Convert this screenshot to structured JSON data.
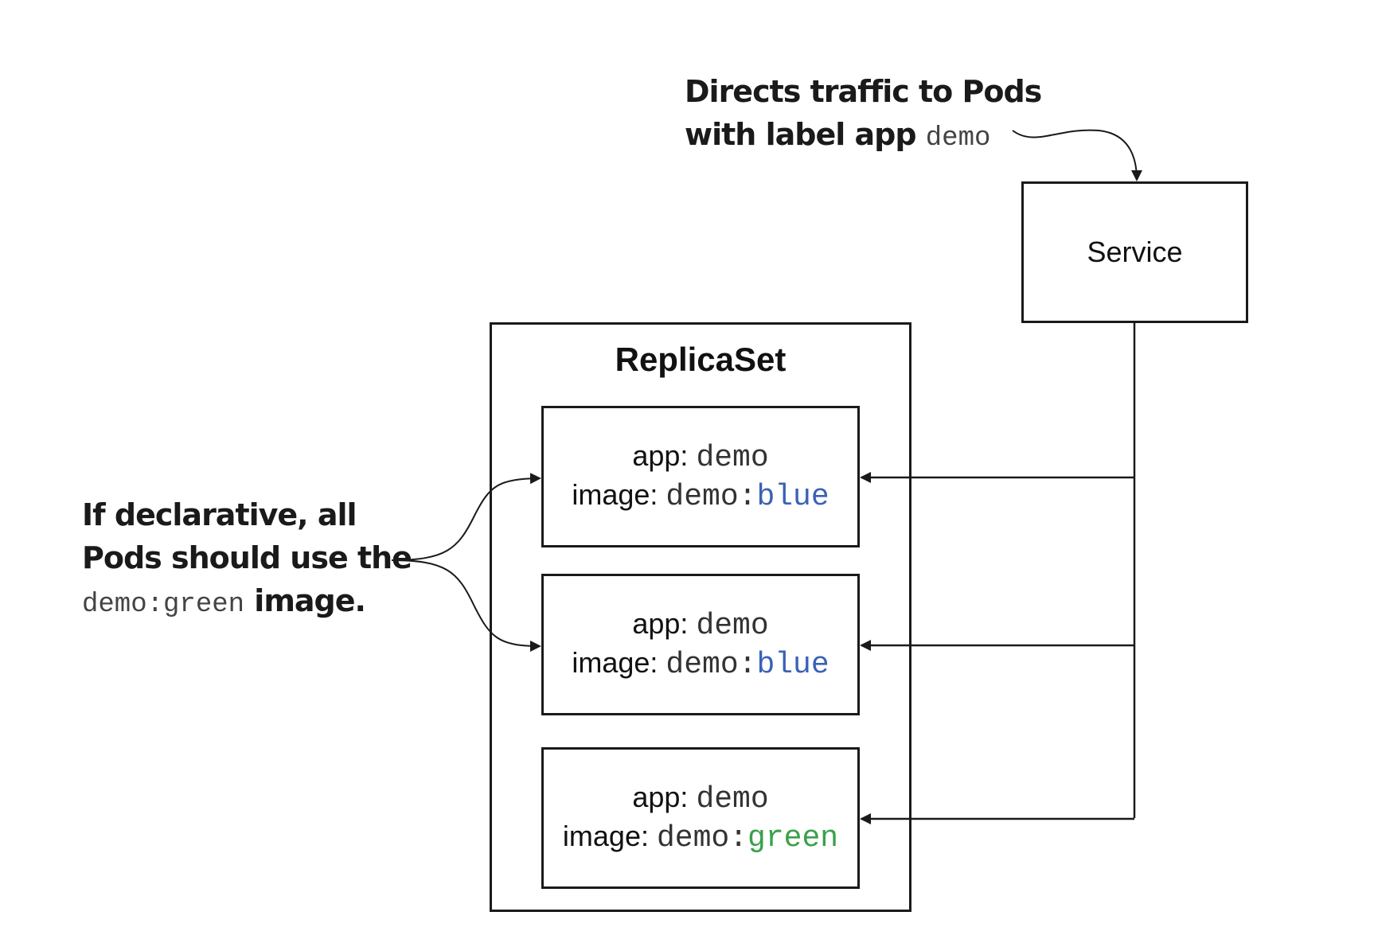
{
  "annotations": {
    "top_line1": "Directs traffic to Pods",
    "top_line2_text": "with label app",
    "top_line2_code": "demo",
    "left_line1": "If declarative, all",
    "left_line2": "Pods should use the",
    "left_line3_code_prefix": "demo:",
    "left_line3_code_tag": "green",
    "left_line3_text": "image."
  },
  "service": {
    "label": "Service"
  },
  "replicaset": {
    "title": "ReplicaSet"
  },
  "pods": [
    {
      "app_key": "app:",
      "app_value": "demo",
      "image_key": "image:",
      "image_repo": "demo:",
      "image_tag": "blue"
    },
    {
      "app_key": "app:",
      "app_value": "demo",
      "image_key": "image:",
      "image_repo": "demo:",
      "image_tag": "blue"
    },
    {
      "app_key": "app:",
      "app_value": "demo",
      "image_key": "image:",
      "image_repo": "demo:",
      "image_tag": "green"
    }
  ],
  "colors": {
    "blue_tag": "#3a62b5",
    "green_tag": "#3aa04a",
    "stroke": "#1a1a1a"
  }
}
